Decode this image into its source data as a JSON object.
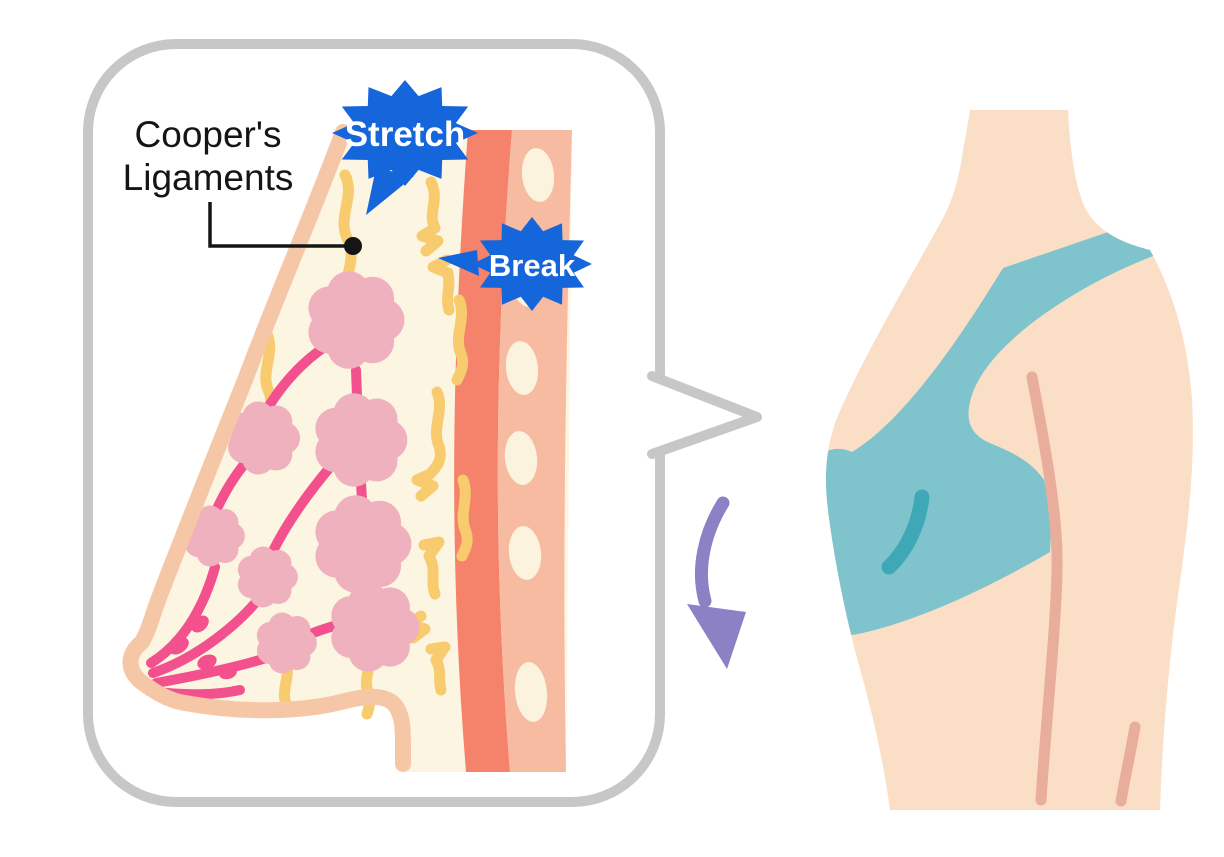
{
  "illustration": {
    "subject": "Cooper's ligaments stretch and break causing breast sag",
    "callout": {
      "label_line1": "Cooper's",
      "label_line2": "Ligaments",
      "badge_stretch": "Stretch",
      "badge_break": "Break"
    }
  },
  "colors": {
    "bubble_border": "#c7c7c7",
    "bubble_fill": "#ffffff",
    "badge_blue": "#1666db",
    "badge_text": "#ffffff",
    "label_text": "#151515",
    "cream_tissue": "#fcf5e1",
    "skin_outline": "#f6c7a7",
    "muscle": "#f5836b",
    "chest_fat": "#f7bba1",
    "rib": "#fbf3de",
    "ligament_yellow": "#f8cb6e",
    "lobule_pink": "#efb1be",
    "duct_pink": "#f3508e",
    "torso_skin": "#fbdec6",
    "body_line": "#e9ae9b",
    "bra_teal": "#7fc3cd",
    "bra_shadow": "#3ea8b6",
    "arrow_purple": "#8c81c5"
  }
}
